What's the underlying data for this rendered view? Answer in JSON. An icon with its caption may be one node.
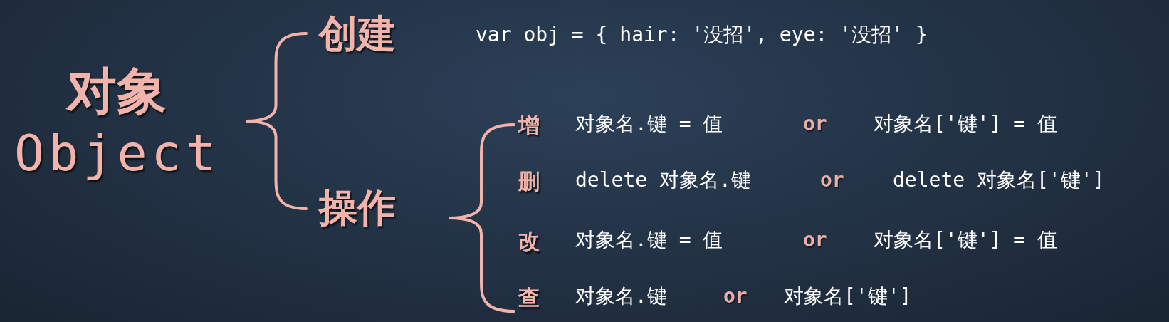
{
  "diagram": {
    "nodes": [
      {
        "text": [
          "对象",
          "Object"
        ]
      },
      {
        "text": [
          "创建"
        ]
      },
      {
        "text": [
          "操作"
        ]
      },
      {
        "text": [
          "增"
        ],
        "beside": [
          "对象名.键 = 值",
          "or",
          "对象名['键'] = 值"
        ]
      },
      {
        "text": [
          "删"
        ],
        "beside": [
          "delete 对象名.键",
          "or",
          "delete 对象名['键']"
        ]
      },
      {
        "text": [
          "改"
        ],
        "beside": [
          "对象名.键 = 值",
          "or",
          "对象名['键'] = 值"
        ]
      },
      {
        "text": [
          "查"
        ],
        "beside": [
          "对象名.键",
          "or",
          "对象名['键']"
        ]
      }
    ],
    "labels": [
      "var obj = { hair: '没招', eye: '没招' }"
    ]
  }
}
